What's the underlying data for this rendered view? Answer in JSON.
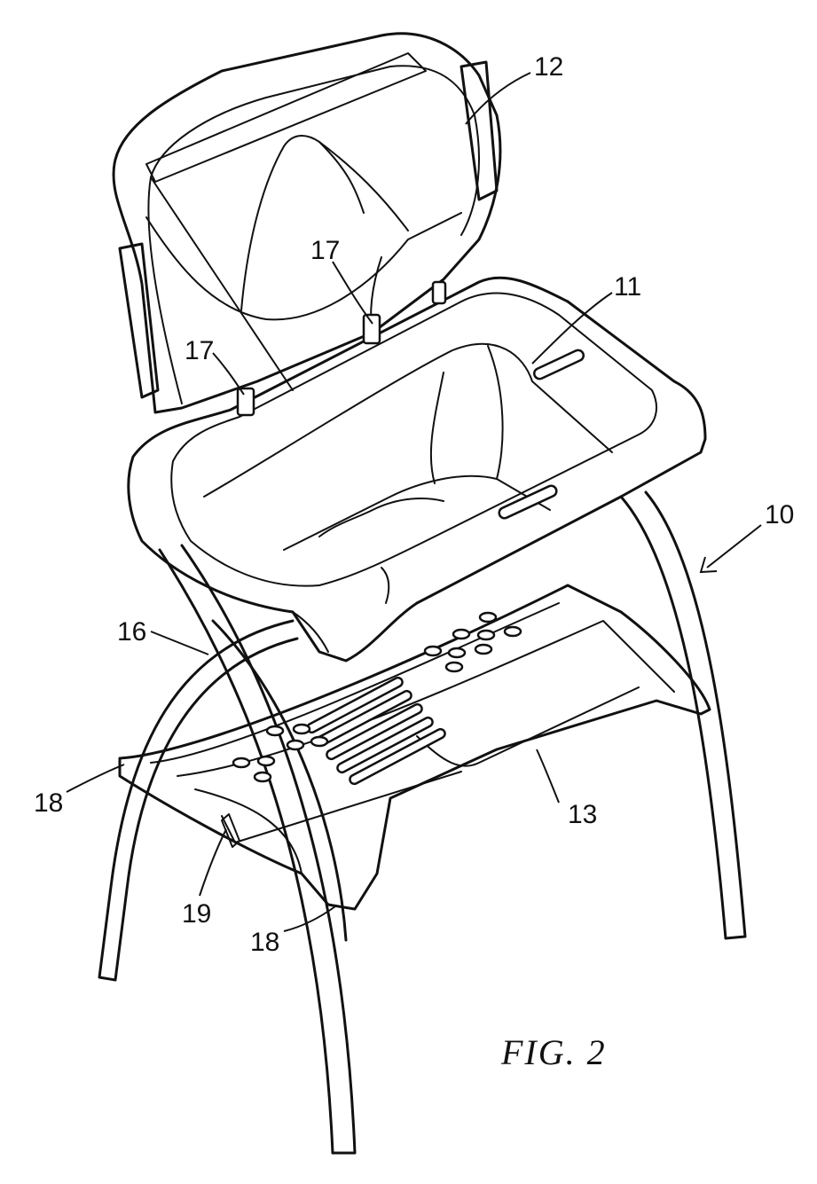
{
  "figure": {
    "caption": "FIG. 2",
    "labels": {
      "stand": "10",
      "tub": "11",
      "lid": "12",
      "tray": "13",
      "leg": "16",
      "hinge": "17",
      "leg_foot": "18",
      "clip": "19"
    }
  }
}
